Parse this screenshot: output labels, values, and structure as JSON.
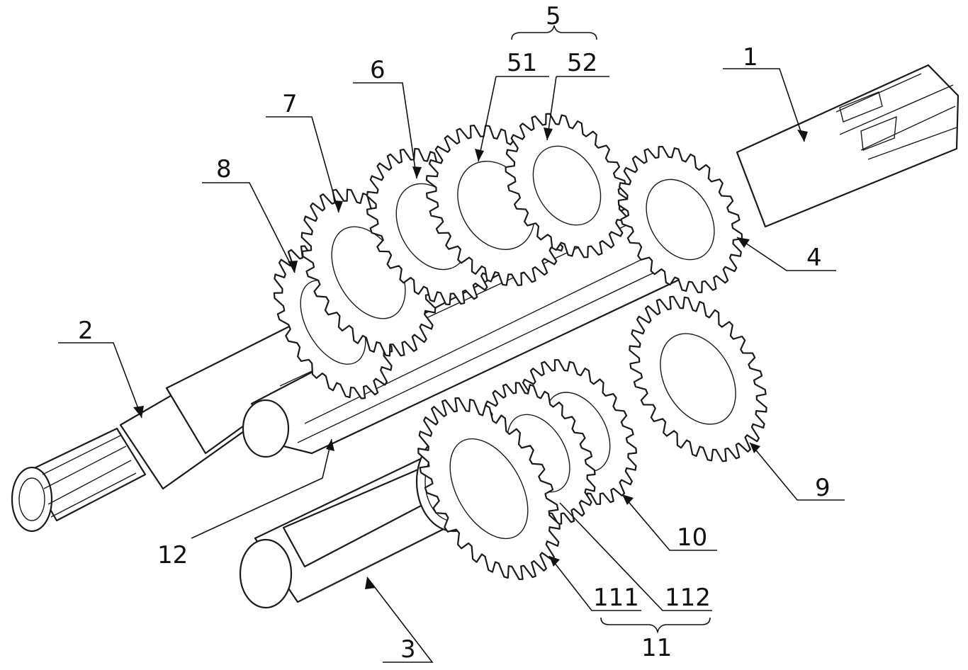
{
  "labels": {
    "l1": "1",
    "l2": "2",
    "l3": "3",
    "l4": "4",
    "l5": "5",
    "l51": "51",
    "l52": "52",
    "l6": "6",
    "l7": "7",
    "l8": "8",
    "l9": "9",
    "l10": "10",
    "l11": "11",
    "l111": "111",
    "l112": "112",
    "l12": "12"
  }
}
